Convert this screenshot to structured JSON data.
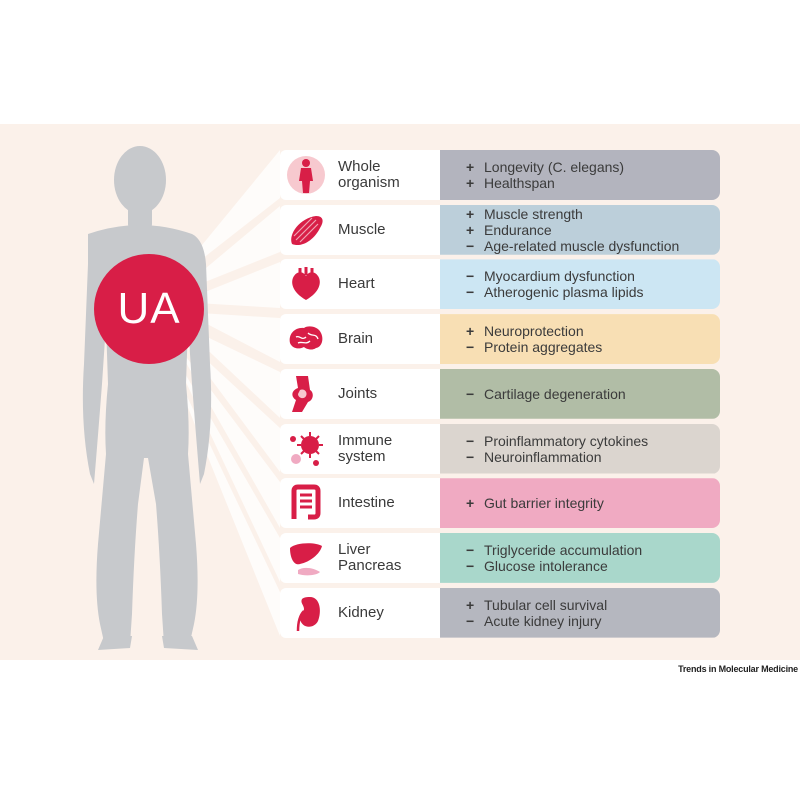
{
  "center_label": "UA",
  "colors": {
    "accent": "#d81e47",
    "panel_bg": "#fbf1ea",
    "silhouette": "#c7c9cc"
  },
  "rows": [
    {
      "organ": "Whole organism",
      "icon": "human-figure-icon",
      "color": "#b3b4be",
      "effects": [
        {
          "sign": "+",
          "text": "Longevity (C. elegans)"
        },
        {
          "sign": "+",
          "text": "Healthspan"
        }
      ]
    },
    {
      "organ": "Muscle",
      "icon": "muscle-icon",
      "color": "#bccfda",
      "effects": [
        {
          "sign": "+",
          "text": "Muscle strength"
        },
        {
          "sign": "+",
          "text": "Endurance"
        },
        {
          "sign": "−",
          "text": "Age-related muscle dysfunction"
        }
      ]
    },
    {
      "organ": "Heart",
      "icon": "heart-icon",
      "color": "#cce6f3",
      "effects": [
        {
          "sign": "−",
          "text": "Myocardium dysfunction"
        },
        {
          "sign": "−",
          "text": "Atherogenic plasma lipids"
        }
      ]
    },
    {
      "organ": "Brain",
      "icon": "brain-icon",
      "color": "#f8dfb4",
      "effects": [
        {
          "sign": "+",
          "text": "Neuroprotection"
        },
        {
          "sign": "−",
          "text": "Protein aggregates"
        }
      ]
    },
    {
      "organ": "Joints",
      "icon": "knee-joint-icon",
      "color": "#b1bda6",
      "effects": [
        {
          "sign": "−",
          "text": "Cartilage degeneration"
        }
      ]
    },
    {
      "organ": "Immune system",
      "icon": "virus-icon",
      "color": "#dbd5cf",
      "effects": [
        {
          "sign": "−",
          "text": "Proinflammatory cytokines"
        },
        {
          "sign": "−",
          "text": "Neuroinflammation"
        }
      ]
    },
    {
      "organ": "Intestine",
      "icon": "intestine-icon",
      "color": "#f0aac2",
      "effects": [
        {
          "sign": "+",
          "text": "Gut barrier integrity"
        }
      ]
    },
    {
      "organ": "Liver Pancreas",
      "icon": "liver-pancreas-icon",
      "color": "#a9d7cb",
      "effects": [
        {
          "sign": "−",
          "text": "Triglyceride accumulation"
        },
        {
          "sign": "−",
          "text": "Glucose intolerance"
        }
      ]
    },
    {
      "organ": "Kidney",
      "icon": "kidney-icon",
      "color": "#b5b7bf",
      "effects": [
        {
          "sign": "+",
          "text": "Tubular cell survival"
        },
        {
          "sign": "−",
          "text": "Acute kidney injury"
        }
      ]
    }
  ],
  "footer": "Trends in Molecular Medicine"
}
